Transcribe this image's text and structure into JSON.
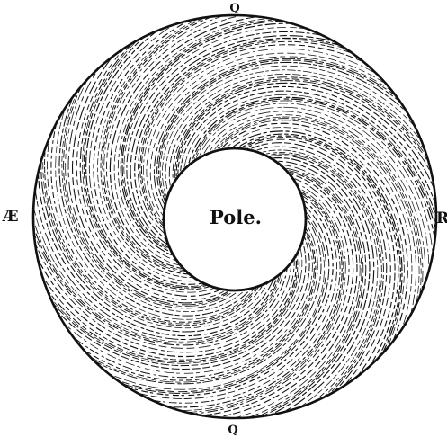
{
  "labels": {
    "top": "Q",
    "bottom": "Q",
    "left": "Æ",
    "right": "R",
    "center": "Pole."
  },
  "colors": {
    "ink": "#111111",
    "paper": "#ffffff"
  },
  "hatching": "dashed-spiral"
}
